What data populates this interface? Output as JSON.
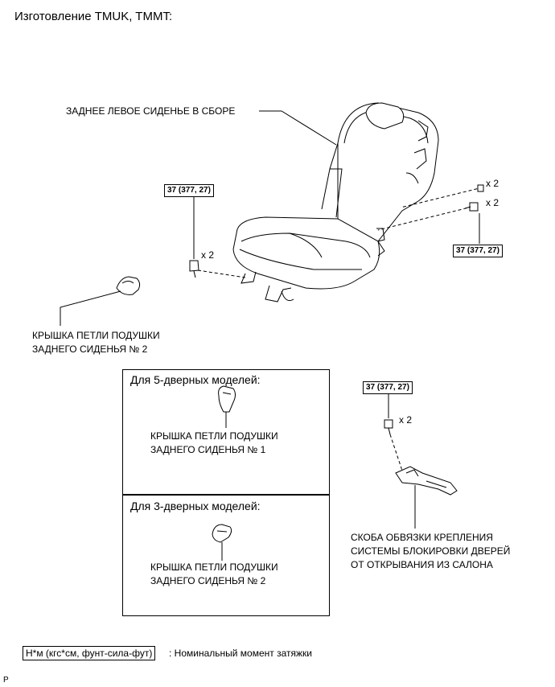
{
  "header": {
    "title": "Изготовление TMUK, TMMT:"
  },
  "labels": {
    "seat_assembly": "ЗАДНЕЕ ЛЕВОЕ СИДЕНЬЕ В СБОРЕ",
    "hinge_cover_a_line1": "КРЫШКА ПЕТЛИ ПОДУШКИ",
    "hinge_cover_a_line2": "ЗАДНЕГО СИДЕНЬЯ № 2",
    "striker_line1": "СКОБА ОБВЯЗКИ КРЕПЛЕНИЯ",
    "striker_line2": "СИСТЕМЫ БЛОКИРОВКИ ДВЕРЕЙ",
    "striker_line3": "ОТ ОТКРЫВАНИЯ ИЗ САЛОНА"
  },
  "torque": {
    "left": "37 (377, 27)",
    "right": "37 (377, 27)",
    "striker": "37 (377, 27)"
  },
  "counts": {
    "left": "x 2",
    "right_top": "x 2",
    "right_bottom": "x 2",
    "striker": "x 2"
  },
  "box5": {
    "title": "Для 5-дверных моделей:",
    "line1": "КРЫШКА ПЕТЛИ ПОДУШКИ",
    "line2": "ЗАДНЕГО СИДЕНЬЯ № 1"
  },
  "box3": {
    "title": "Для 3-дверных моделей:",
    "line1": "КРЫШКА ПЕТЛИ ПОДУШКИ",
    "line2": "ЗАДНЕГО СИДЕНЬЯ № 2"
  },
  "legend": {
    "symbol": "Н*м (кгс*см, фунт-сила-фут)",
    "text": ": Номинальный момент затяжки"
  },
  "footer": {
    "code": "P"
  }
}
